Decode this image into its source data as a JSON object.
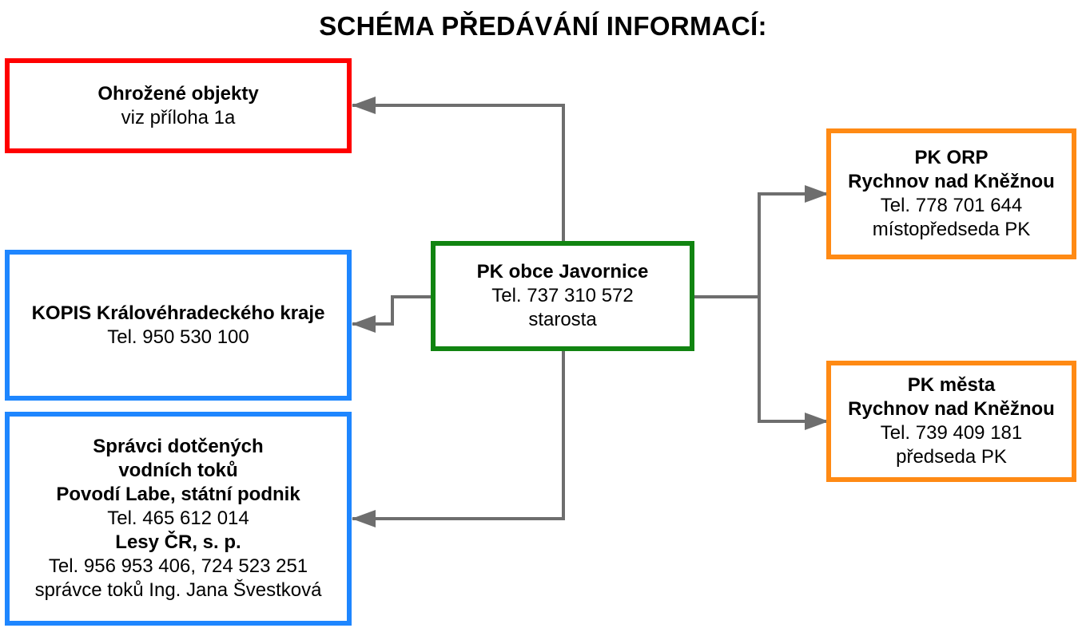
{
  "title": "SCHÉMA PŘEDÁVÁNÍ INFORMACÍ:",
  "colors": {
    "red": "#ff0000",
    "blue": "#1e86ff",
    "green": "#118411",
    "orange": "#ff8a14",
    "connector": "#6e6e6e"
  },
  "nodes": {
    "threatened": {
      "name": "Ohrožené objekty",
      "note": "viz příloha 1a"
    },
    "kopis": {
      "name": "KOPIS Královéhradeckého kraje",
      "tel": "Tel. 950 530 100"
    },
    "rivers": {
      "line1": "Správci dotčených",
      "line2": "vodních toků",
      "org1": "Povodí Labe, státní podnik",
      "tel1": "Tel. 465 612 014",
      "org2": "Lesy ČR, s. p.",
      "tel2": "Tel. 956 953 406, 724 523 251",
      "person": "správce toků Ing. Jana Švestková"
    },
    "center": {
      "name": "PK obce Javornice",
      "tel": "Tel. 737 310 572",
      "role": "starosta"
    },
    "orp": {
      "line1": "PK ORP",
      "line2": "Rychnov nad Kněžnou",
      "tel": "Tel. 778 701 644",
      "role": "místopředseda PK"
    },
    "city": {
      "line1": "PK města",
      "line2": "Rychnov nad Kněžnou",
      "tel": "Tel. 739 409 181",
      "role": "předseda PK"
    }
  }
}
